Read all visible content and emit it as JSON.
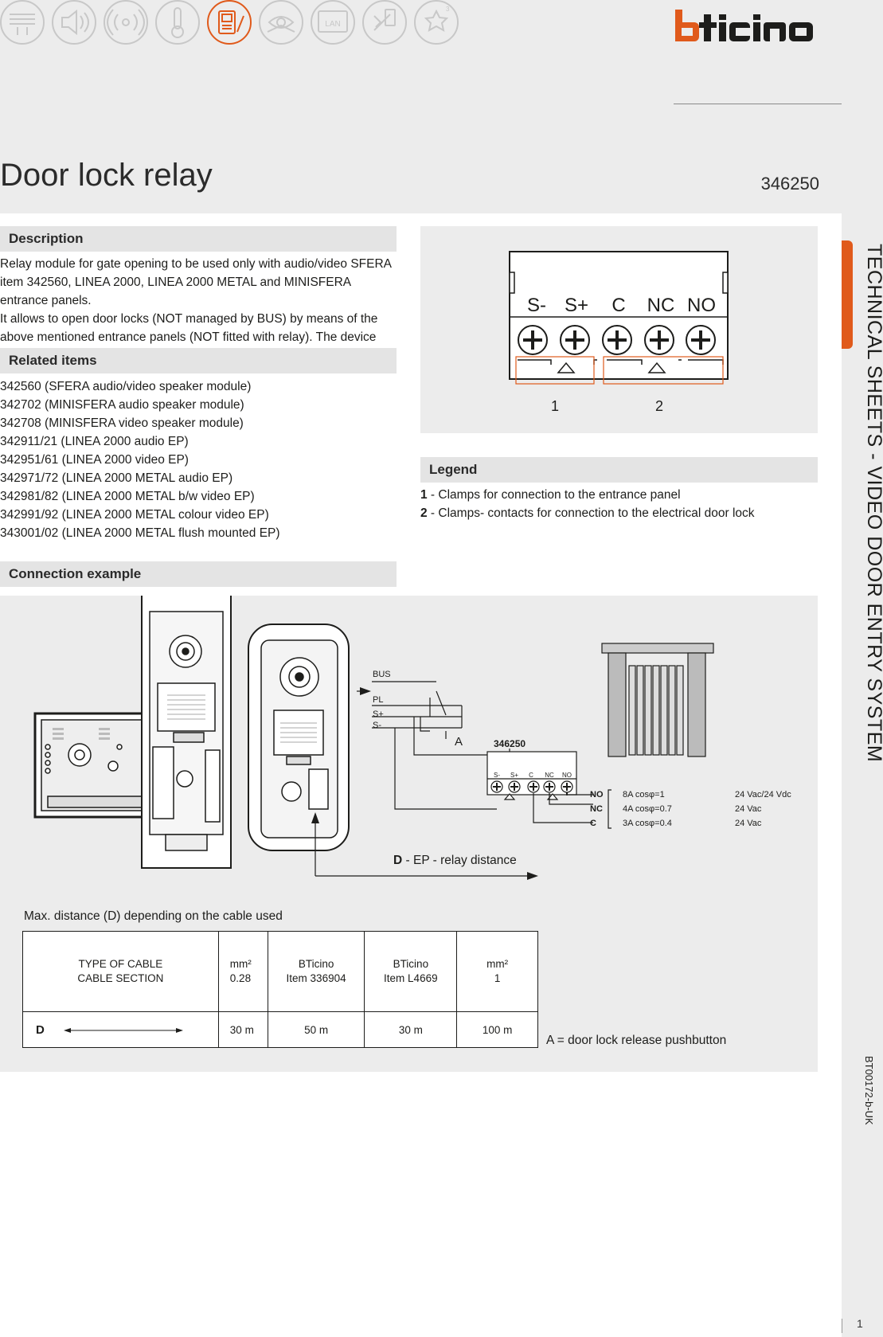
{
  "brand": {
    "name": "bticino",
    "color": "#e05a1b"
  },
  "accent_color": "#e05a1b",
  "icons": [
    "cable-icon",
    "speaker-icon",
    "signal-icon",
    "thermometer-icon",
    "video-door-entry-icon",
    "camera-icon",
    "lan-icon",
    "automation-icon",
    "lighting-icon"
  ],
  "icon_lan_text": "LAN",
  "active_icon": "video-door-entry-icon",
  "title": "Door lock relay",
  "item_code": "346250",
  "description": {
    "heading": "Description",
    "paragraphs": [
      "Relay module for gate opening to be used only with audio/video SFERA item 342560, LINEA 2000, LINEA 2000 METAL and MINISFERA entrance panels.",
      "It allows to open door locks (NOT managed by BUS) by means of the above mentioned entrance panels (NOT fitted with relay). The device must not be configured."
    ]
  },
  "related": {
    "heading": "Related items",
    "items": [
      "342560 (SFERA audio/video speaker module)",
      "342702 (MINISFERA audio speaker module)",
      "342708 (MINISFERA video speaker module)",
      "342911/21 (LINEA 2000 audio EP)",
      "342951/61 (LINEA 2000 video EP)",
      "342971/72 (LINEA 2000 METAL audio EP)",
      "342981/82 (LINEA 2000 METAL b/w video EP)",
      "342991/92 (LINEA 2000 METAL colour video EP)",
      "343001/02 (LINEA 2000 METAL flush mounted EP)"
    ]
  },
  "module_diagram": {
    "terminals": [
      "S-",
      "S+",
      "C",
      "NC",
      "NO"
    ],
    "callouts": [
      "1",
      "2"
    ]
  },
  "legend": {
    "heading": "Legend",
    "items": [
      {
        "num": "1",
        "text": " - Clamps for connection to the entrance panel"
      },
      {
        "num": "2",
        "text": " - Clamps- contacts for connection to the electrical door lock"
      }
    ]
  },
  "connection": {
    "heading": "Connection example",
    "bus_labels": [
      "BUS",
      "PL",
      "S+",
      "S-"
    ],
    "button_label": "A",
    "relay_code": "346250",
    "relay_terminals": [
      "S-",
      "S+",
      "C",
      "NC",
      "NO"
    ],
    "contacts": [
      {
        "name": "NO",
        "rating": "8A cosφ=1",
        "voltage": "24 Vac/24 Vdc"
      },
      {
        "name": "NC",
        "rating": "4A cosφ=0.7",
        "voltage": "24 Vac"
      },
      {
        "name": "C",
        "rating": "3A cosφ=0.4",
        "voltage": "24 Vac"
      }
    ],
    "distance_label_bold": "D",
    "distance_label_rest": " - EP - relay distance"
  },
  "max_distance_title": "Max. distance (D) depending on the cable used",
  "cable_table": {
    "header": {
      "type_line1": "TYPE OF CABLE",
      "type_line2": "CABLE SECTION",
      "col1_line1": "mm²",
      "col1_line2": "0.28",
      "col2_line1": "BTicino",
      "col2_line2": "Item 336904",
      "col3_line1": "BTicino",
      "col3_line2": "Item L4669",
      "col4_line1": "mm²",
      "col4_line2": "1"
    },
    "row": {
      "label": "D",
      "values": [
        "30 m",
        "50 m",
        "30 m",
        "100 m"
      ]
    }
  },
  "button_note": "A = door lock release  pushbutton",
  "side": {
    "title": "TECHNICAL SHEETS - VIDEO DOOR ENTRY SYSTEM",
    "doc_code": "BT00172-b-UK",
    "page": "1"
  }
}
